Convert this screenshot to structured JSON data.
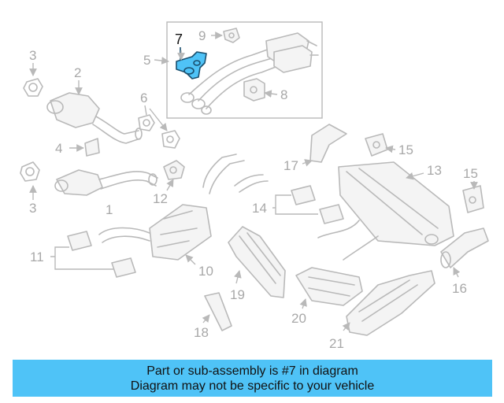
{
  "callouts": {
    "c1": "1",
    "c2": "2",
    "c3a": "3",
    "c3b": "3",
    "c4": "4",
    "c5": "5",
    "c6": "6",
    "c7": "7",
    "c8": "8",
    "c9": "9",
    "c10": "10",
    "c11": "11",
    "c12": "12",
    "c13": "13",
    "c14": "14",
    "c15a": "15",
    "c15b": "15",
    "c16": "16",
    "c17": "17",
    "c18": "18",
    "c19": "19",
    "c20": "20",
    "c21": "21"
  },
  "highlighted_part": "7",
  "banner": {
    "line1": "Part or sub-assembly is #7 in diagram",
    "line2": "Diagram may not be specific to your vehicle"
  },
  "colors": {
    "highlight": "#4fc3f7",
    "line_art": "#b9b9b9",
    "banner": "#4fc3f7"
  }
}
